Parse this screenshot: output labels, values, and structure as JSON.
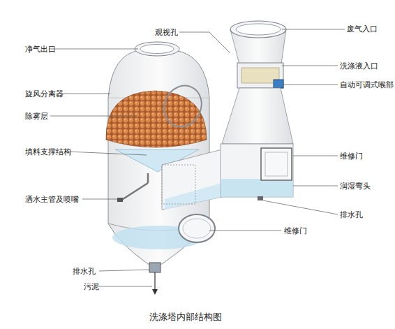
{
  "diagram": {
    "caption": "洗涤塔内部结构图",
    "labels": [
      "观视孔",
      "废气入口",
      "净气出口",
      "洗涤液入口",
      "自动可调式喉部",
      "旋风分离器",
      "除雾层",
      "填料支撑结构",
      "维修门",
      "润湿弯头",
      "洒水主管及喷嘴",
      "排水孔",
      "维修门",
      "排水孔",
      "污泥"
    ]
  }
}
